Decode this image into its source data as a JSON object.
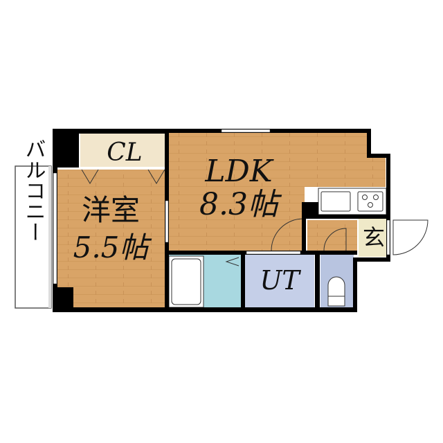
{
  "rooms": {
    "closet": {
      "label": "CL"
    },
    "western": {
      "label": "洋室",
      "size": "5.5帖"
    },
    "ldk": {
      "label": "LDK",
      "size": "8.3帖"
    },
    "utility": {
      "label": "UT"
    },
    "entrance": {
      "label": "玄"
    },
    "balcony": {
      "label": "バルコニー"
    }
  },
  "colors": {
    "wood": "#d9a467",
    "wall": "#000000",
    "closet": "#f2e6cc",
    "bath": "#a8d8e0",
    "utility": "#c5cfe8",
    "toilet": "#b8c4e0",
    "entrance": "#efe9c8"
  }
}
